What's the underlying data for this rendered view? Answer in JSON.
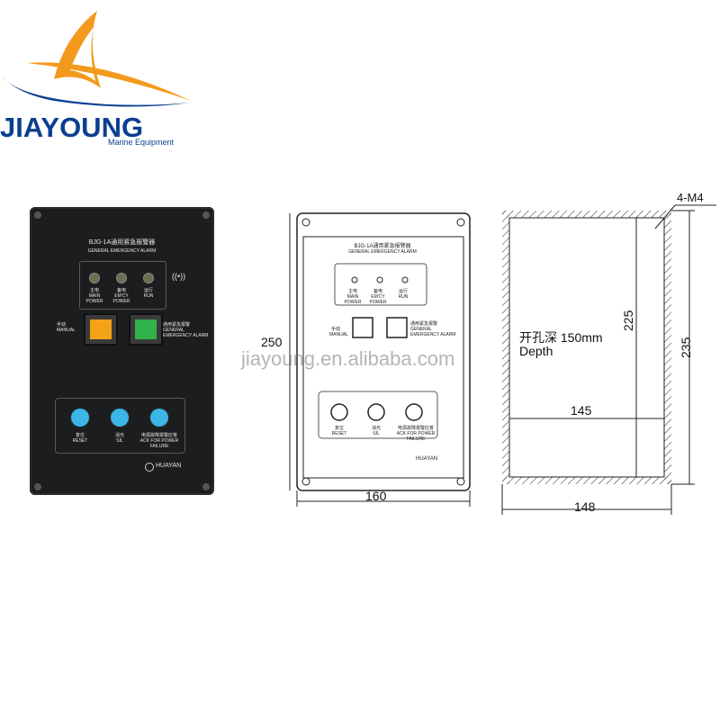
{
  "logo": {
    "brand": "JIAYOUNG",
    "tagline": "Marine Equipment",
    "colors": {
      "orange": "#f39a1e",
      "blue": "#0b3f91"
    }
  },
  "panel": {
    "title_cn": "BJG-1A通用紧急报警器",
    "title_en": "GENERAL EMERGENCY ALARM",
    "lamps": [
      {
        "cn": "主电",
        "en": "MAIN POWER"
      },
      {
        "cn": "备电",
        "en": "EM'CY POWER"
      },
      {
        "cn": "运行",
        "en": "RUN"
      }
    ],
    "manual_cn": "手动",
    "manual_en": "MANUAL",
    "alarm_cn": "通用紧急报警",
    "alarm_en": "GENERAL EMERGENCY ALARM",
    "buttons": [
      {
        "cn": "复位",
        "en": "RESET"
      },
      {
        "cn": "消光",
        "en": "SIL"
      },
      {
        "cn": "电源故障报警应答",
        "en": "ACK FOR POWER FAILURE"
      }
    ],
    "brand": "HUAYAN"
  },
  "dimensions": {
    "front_height": "250",
    "front_width": "160",
    "cutout_width": "145",
    "outer_width": "148",
    "cutout_height": "225",
    "outer_height": "235",
    "holes": "4-M4",
    "depth_cn": "开孔深 150mm",
    "depth_en": "Depth"
  },
  "watermark": "jiayoung.en.alibaba.com"
}
